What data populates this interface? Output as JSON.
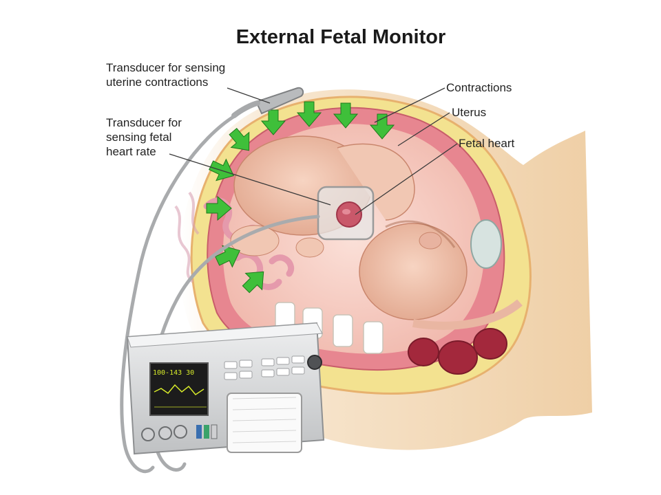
{
  "title": "External Fetal Monitor",
  "labels": {
    "uterine_transducer": [
      "Transducer for sensing",
      "uterine contractions"
    ],
    "heart_transducer": [
      "Transducer for",
      "sensing fetal",
      "heart rate"
    ],
    "contractions": "Contractions",
    "uterus": "Uterus",
    "fetal_heart": "Fetal heart"
  },
  "monitor": {
    "screen_readout": "100-143  30"
  },
  "colors": {
    "skin": "#f2d9b4",
    "uterus_wall": "#e78690",
    "fat_layer": "#f3e290",
    "arrow": "#3fbf3a",
    "machine": "#d9dadb",
    "screen": "#d8ec2a"
  }
}
